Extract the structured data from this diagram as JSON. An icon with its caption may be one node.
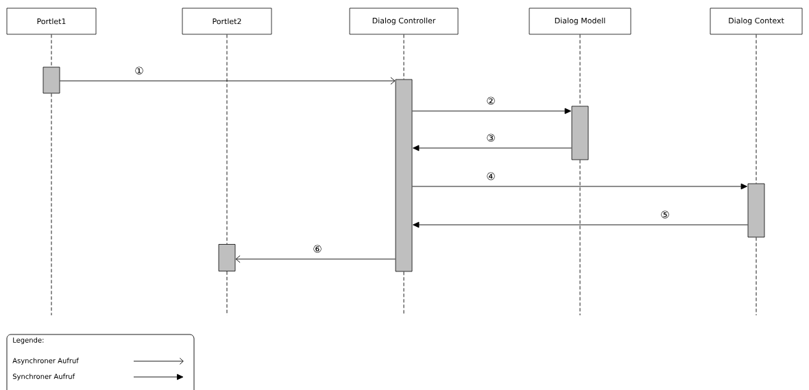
{
  "diagram": {
    "nodes": [
      {
        "text": [
          "Portlet1"
        ]
      },
      {
        "text": [
          "Portlet2"
        ]
      },
      {
        "text": [
          "Dialog Controller"
        ]
      },
      {
        "text": [
          "Dialog Modell"
        ]
      },
      {
        "text": [
          "Dialog Context"
        ]
      },
      {
        "text": [],
        "shape": "bar"
      },
      {
        "text": [],
        "shape": "bar"
      },
      {
        "text": [],
        "shape": "bar"
      },
      {
        "text": [],
        "shape": "bar"
      },
      {
        "text": [],
        "shape": "bar"
      }
    ],
    "edges": [
      {
        "from": 0,
        "to": 5,
        "arrow": "none",
        "style": "dashed"
      },
      {
        "from": 1,
        "to": 6,
        "arrow": "none",
        "style": "dashed"
      },
      {
        "from": 2,
        "to": 7,
        "arrow": "none",
        "style": "dashed"
      },
      {
        "from": 3,
        "to": 8,
        "arrow": "none",
        "style": "dashed"
      },
      {
        "from": 4,
        "to": 9,
        "arrow": "none",
        "style": "dashed"
      },
      {
        "from": 5,
        "to": null,
        "arrow": "none",
        "style": "dashed"
      },
      {
        "from": 6,
        "to": null,
        "arrow": "none",
        "style": "dashed"
      },
      {
        "from": 7,
        "to": null,
        "arrow": "none",
        "style": "dashed"
      },
      {
        "from": 8,
        "to": null,
        "arrow": "none",
        "style": "dashed"
      },
      {
        "from": 9,
        "to": null,
        "arrow": "none",
        "style": "dashed"
      },
      {
        "from": 5,
        "to": 7,
        "arrow": "to",
        "label": "①"
      },
      {
        "from": 7,
        "to": 8,
        "arrow": "to",
        "label": "②"
      },
      {
        "from": 8,
        "to": 7,
        "arrow": "to",
        "label": "③"
      },
      {
        "from": 7,
        "to": 9,
        "arrow": "to",
        "label": "④"
      },
      {
        "from": 9,
        "to": 7,
        "arrow": "to",
        "label": "⑤"
      },
      {
        "from": 7,
        "to": 6,
        "arrow": "to",
        "label": "⑥"
      }
    ],
    "labels": [
      "Legende:"
    ],
    "legend": [
      {
        "text": "Asynchroner Aufruf"
      },
      {
        "text": "Synchroner Aufruf"
      }
    ]
  }
}
